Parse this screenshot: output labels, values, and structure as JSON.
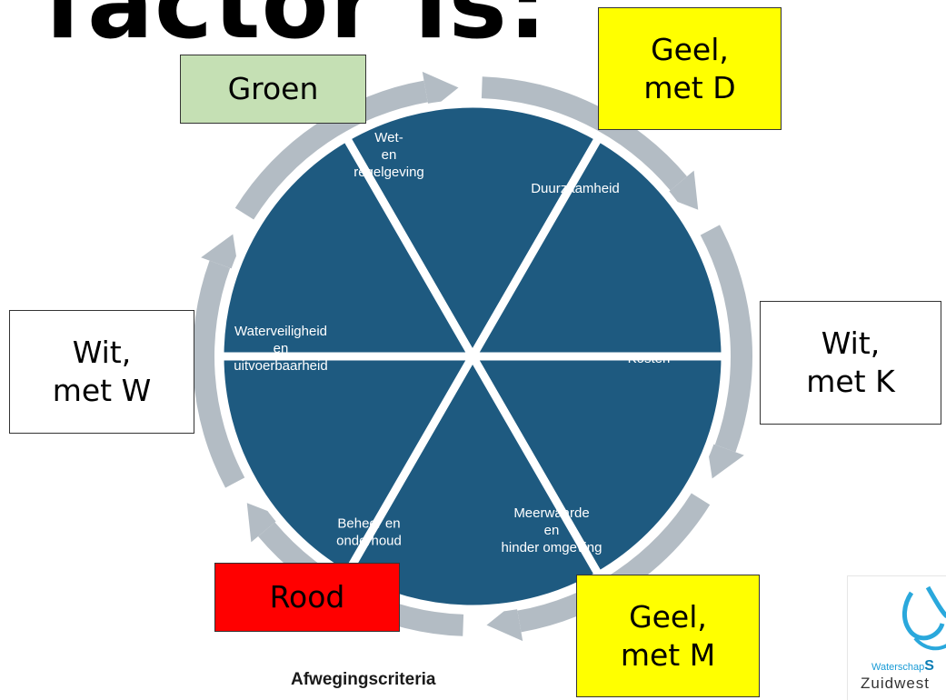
{
  "title": "factor is:",
  "colors": {
    "segment": "#1e5a80",
    "ring": "#b3bcc4",
    "groen": "#c5e0b4",
    "geel": "#ffff00",
    "rood": "#ff0000",
    "wit": "#ffffff"
  },
  "segments": [
    {
      "lines": [
        "Wet-",
        "en",
        "regelgeving"
      ]
    },
    {
      "lines": [
        "Duurzaamheid"
      ]
    },
    {
      "lines": [
        "Kosten"
      ]
    },
    {
      "lines": [
        "Meerwaarde",
        "en",
        "hinder omgeving"
      ]
    },
    {
      "lines": [
        "Beheer en",
        "onderhoud"
      ]
    },
    {
      "lines": [
        "Waterveiligheid",
        "en",
        "uitvoerbaarheid"
      ]
    }
  ],
  "labels": {
    "groen": {
      "text": "Groen",
      "color": "groen"
    },
    "geel_d": {
      "line1": "Geel,",
      "line2": "met D",
      "color": "geel"
    },
    "wit_w": {
      "line1": "Wit,",
      "line2": "met W",
      "color": "wit"
    },
    "wit_k": {
      "line1": "Wit,",
      "line2": "met K",
      "color": "wit"
    },
    "rood": {
      "text": "Rood",
      "color": "rood"
    },
    "geel_m": {
      "line1": "Geel,",
      "line2": "met M",
      "color": "geel"
    }
  },
  "caption": "Afwegingscriteria",
  "logo": {
    "line1_prefix": "Waterschap",
    "line1_suffix": "S",
    "line2": "Zuidwest"
  }
}
